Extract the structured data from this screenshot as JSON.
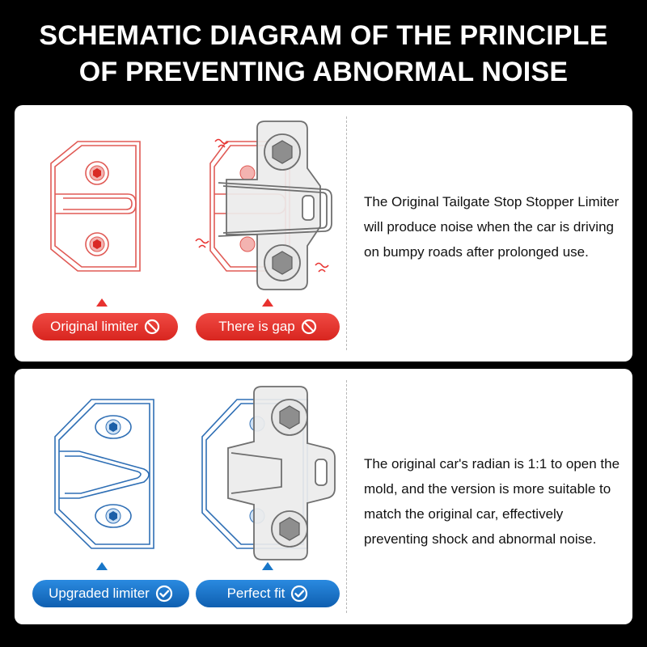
{
  "title": {
    "line1": "SCHEMATIC DIAGRAM OF THE PRINCIPLE",
    "line2": "OF PREVENTING ABNORMAL NOISE"
  },
  "top_panel": {
    "label_left": "Original limiter",
    "label_right": "There is gap",
    "status_icon": "prohibited-icon",
    "description": "The Original Tailgate Stop Stopper Limiter will produce noise when the car is driving on bumpy roads after prolonged use.",
    "accent": "#e8322f"
  },
  "bottom_panel": {
    "label_left": "Upgraded limiter",
    "label_right": "Perfect fit",
    "status_icon": "check-circle-icon",
    "description": "The original car's radian is 1:1 to open the mold, and the version is more suitable to match the original car, effectively preventing shock and abnormal noise.",
    "accent": "#1876c8"
  }
}
